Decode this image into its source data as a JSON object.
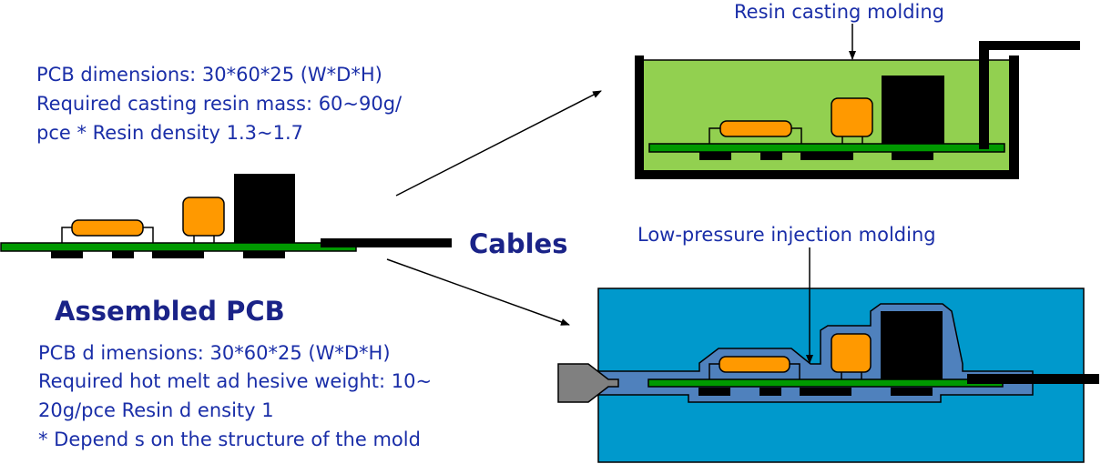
{
  "left": {
    "spec_lines": [
      "PCB dimensions: 30*60*25 (W*D*H)",
      "Required casting resin mass: 60~90g/",
      "pce * Resin density 1.3~1.7"
    ],
    "assembled_label": "Assembled PCB",
    "cables_label": "Cables",
    "hotmelt_lines": [
      "PCB d imensions: 30*60*25 (W*D*H)",
      "Required  hot melt ad hesive weight: 10~",
      "20g/pce Resin d ensity 1",
      "* Depend s on the structure of the mold"
    ]
  },
  "resin_casting": {
    "label": "Resin casting molding"
  },
  "low_pressure": {
    "label": "Low-pressure injection molding"
  },
  "colors": {
    "text": "#1a2ea8",
    "pcb": "#009900",
    "component": "#ff9900",
    "resin": "#92d050",
    "mold": "#0099cc",
    "hotmelt": "#4f81bd",
    "nozzle": "#808080"
  }
}
